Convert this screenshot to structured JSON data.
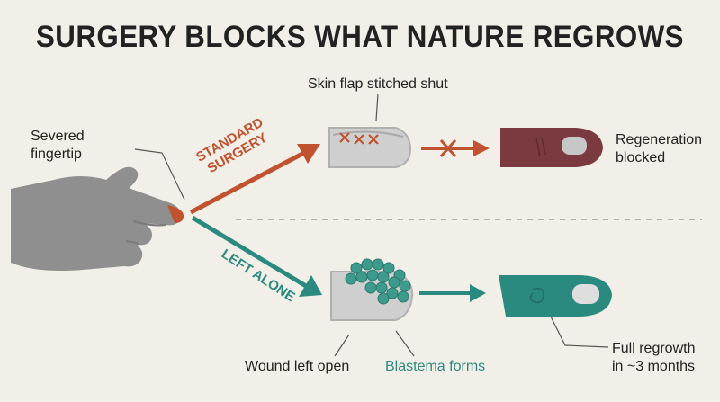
{
  "title": "SURGERY BLOCKS WHAT NATURE REGROWS",
  "labels": {
    "severed": "Severed\nfingertip",
    "skin_flap": "Skin flap stitched shut",
    "regen_blocked": "Regeneration\nblocked",
    "wound_open": "Wound left open",
    "blastema": "Blastema forms",
    "full_regrowth": "Full regrowth\nin ~3 months"
  },
  "branches": {
    "standard": "STANDARD\nSURGERY",
    "left_alone": "LEFT ALONE"
  },
  "colors": {
    "background": "#f1efe8",
    "hand": "#8f8f8f",
    "wound": "#c0522f",
    "surgery_arrow": "#c0522f",
    "alone_arrow": "#2b8a80",
    "stump": "#cfcfcf",
    "blocked_finger": "#7b3a3f",
    "regrown_finger": "#2b8a80",
    "blastema": "#3e9a8c"
  },
  "icons": {
    "hand": "pointing-hand-icon",
    "blocked": "cross-mark-icon"
  }
}
